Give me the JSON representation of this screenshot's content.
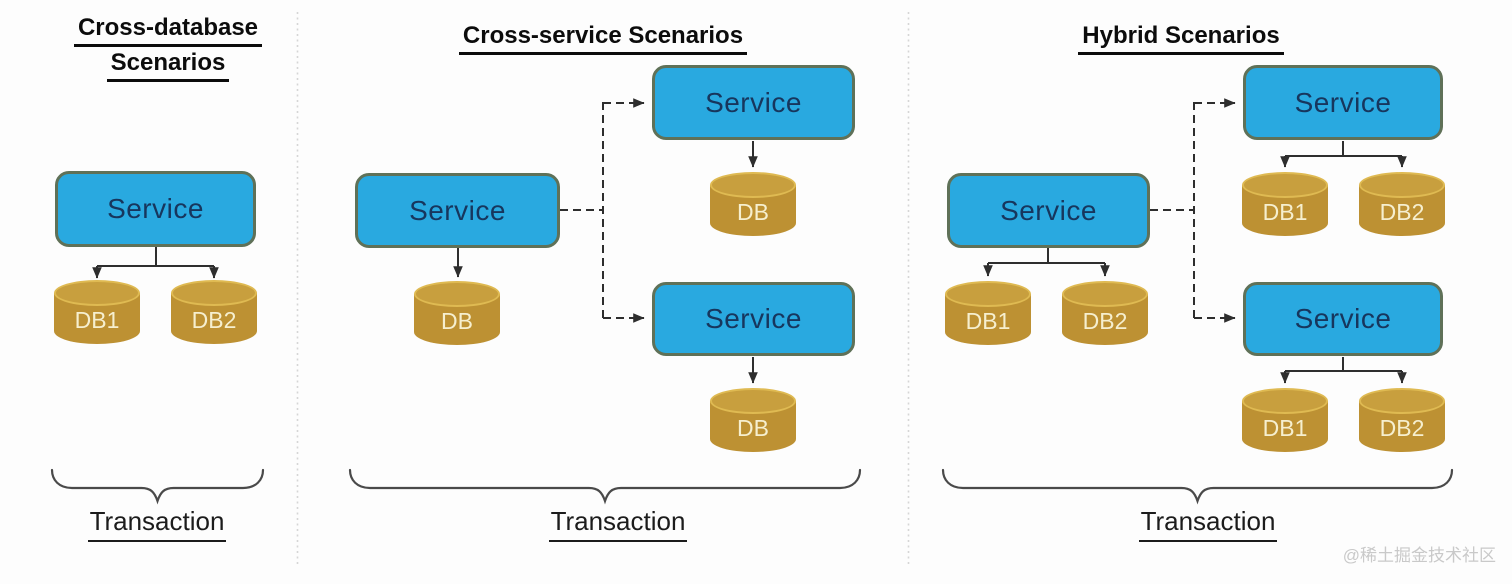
{
  "watermark": "@稀土掘金技术社区",
  "colors": {
    "service_fill": "#29A9E0",
    "service_border": "#5F7158",
    "service_text": "#17365D",
    "db_fill": "#BD9133",
    "db_rim": "#DFBA52",
    "db_text": "#F6EFCF",
    "connector_line": "#2E2E2E",
    "divider": "#D6D6D6"
  },
  "sections": [
    {
      "id": "cross-database",
      "title": "Cross-database Scenarios",
      "title_lines": [
        "Cross-database",
        "Scenarios"
      ],
      "nodes": {
        "service": "Service",
        "db1": "DB1",
        "db2": "DB2"
      },
      "transaction": "Transaction"
    },
    {
      "id": "cross-service",
      "title": "Cross-service Scenarios",
      "title_lines": [
        "Cross-service Scenarios"
      ],
      "nodes": {
        "caller_service": "Service",
        "caller_db": "DB",
        "top_service": "Service",
        "top_db": "DB",
        "bottom_service": "Service",
        "bottom_db": "DB"
      },
      "transaction": "Transaction"
    },
    {
      "id": "hybrid",
      "title": "Hybrid Scenarios",
      "title_lines": [
        "Hybrid Scenarios"
      ],
      "nodes": {
        "caller_service": "Service",
        "caller_db1": "DB1",
        "caller_db2": "DB2",
        "top_service": "Service",
        "top_db1": "DB1",
        "top_db2": "DB2",
        "bottom_service": "Service",
        "bottom_db1": "DB1",
        "bottom_db2": "DB2"
      },
      "transaction": "Transaction"
    }
  ]
}
